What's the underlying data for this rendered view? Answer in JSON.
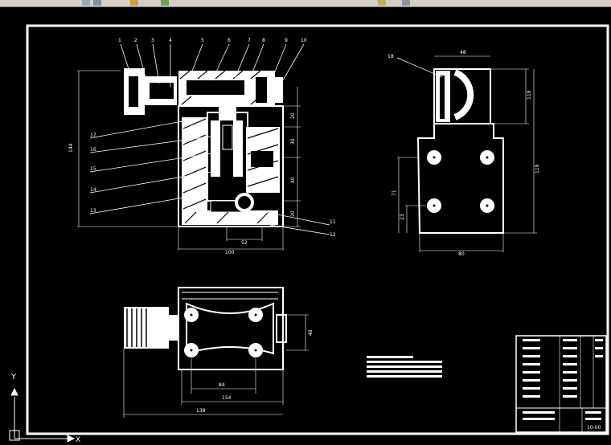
{
  "app": {
    "type": "CAD viewer"
  },
  "colors": {
    "background": "#000000",
    "linework": "#ffffff",
    "toolbar": "#d4d0c8"
  },
  "toolbar": {
    "icons": [
      "open-icon",
      "save-icon",
      "layer-icon",
      "palette-icon",
      "linetype-icon",
      "properties-icon"
    ]
  },
  "drawing": {
    "balloons": [
      "1",
      "2",
      "3",
      "4",
      "5",
      "6",
      "7",
      "8",
      "9",
      "10",
      "17",
      "16",
      "15",
      "14",
      "13",
      "11",
      "12",
      "18"
    ],
    "dims": {
      "overall_height": "144",
      "d1": "20",
      "d2": "30",
      "d3": "40",
      "d4": "20",
      "base_w": "100",
      "base_w2": "52",
      "side_top": "48",
      "side_total": "119",
      "side_w": "80",
      "side_h1": "71",
      "side_h2": "23",
      "plan_hole": "84",
      "plan_h": "48",
      "plan_total": "154",
      "plan_len": "138"
    },
    "title_block": {
      "drawing_no": "10-00"
    },
    "ucs": {
      "y_axis": "Y",
      "x_axis": "X"
    }
  }
}
